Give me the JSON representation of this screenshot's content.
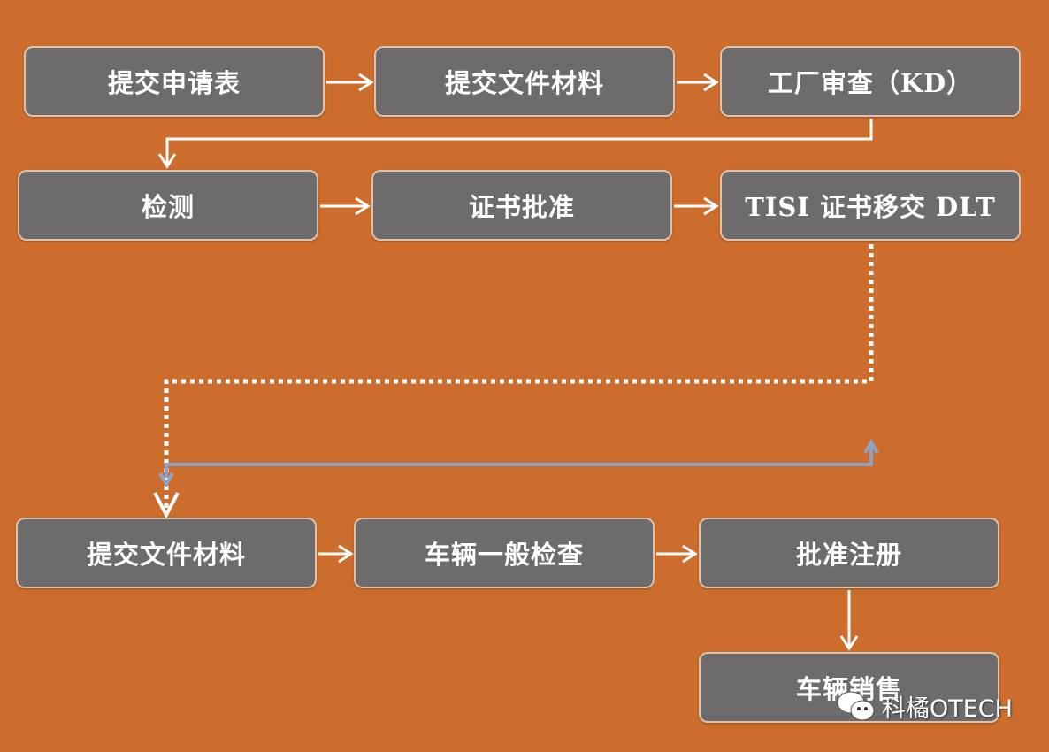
{
  "steps": {
    "s1": "提交申请表",
    "s2": "提交文件材料",
    "s3": "工厂审查（KD）",
    "s4": "检测",
    "s5": "证书批准",
    "s6": "TISI 证书移交 DLT",
    "s7": "提交文件材料",
    "s8": "车辆一般检查",
    "s9": "批准注册",
    "s10": "车辆销售"
  },
  "watermark": {
    "icon": "wechat-icon",
    "text": "科橘OTECH"
  },
  "colors": {
    "background": "#cc6d2d",
    "box": "#6d6b6c",
    "arrow": "#ffffff",
    "connector": "#8aa0c0"
  }
}
